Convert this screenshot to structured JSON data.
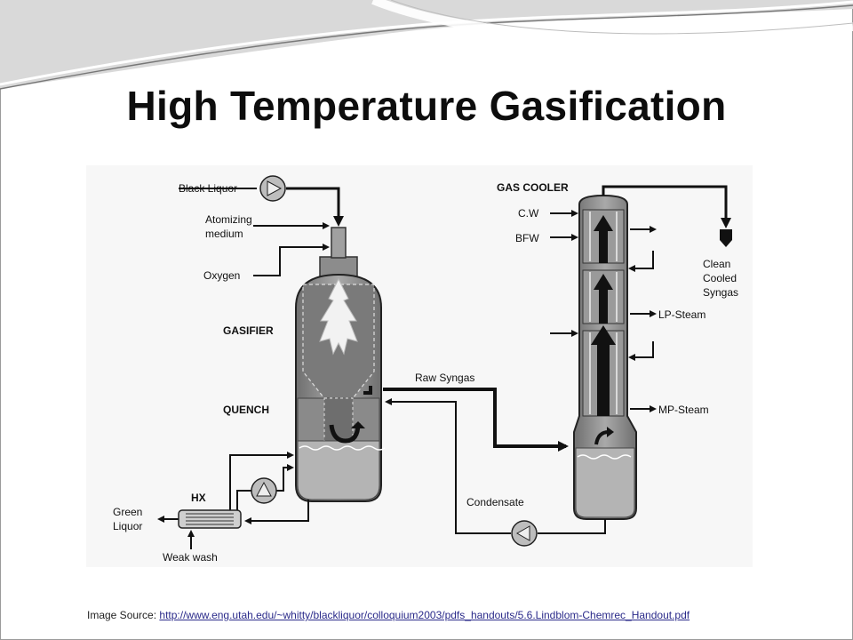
{
  "slide": {
    "title": "High Temperature Gasification",
    "source_label": "Image Source:",
    "source_url": "http://www.eng.utah.edu/~whitty/blackliquor/colloquium2003/pdfs_handouts/5.6.Lindblom-Chemrec_Handout.pdf"
  },
  "diagram": {
    "labels": {
      "black_liquor": "Black Liquor",
      "atomizing_1": "Atomizing",
      "atomizing_2": "medium",
      "oxygen": "Oxygen",
      "gasifier": "GASIFIER",
      "quench": "QUENCH",
      "hx": "HX",
      "green_1": "Green",
      "green_2": "Liquor",
      "weak_wash": "Weak wash",
      "raw_syngas": "Raw Syngas",
      "condensate": "Condensate",
      "gas_cooler": "GAS COOLER",
      "cw": "C.W",
      "bfw": "BFW",
      "clean_1": "Clean",
      "clean_2": "Cooled",
      "clean_3": "Syngas",
      "lp_steam": "LP-Steam",
      "mp_steam": "MP-Steam"
    }
  },
  "colors": {
    "vessel": "#8c8c8c",
    "vessel_dark": "#555555",
    "line": "#111111"
  }
}
